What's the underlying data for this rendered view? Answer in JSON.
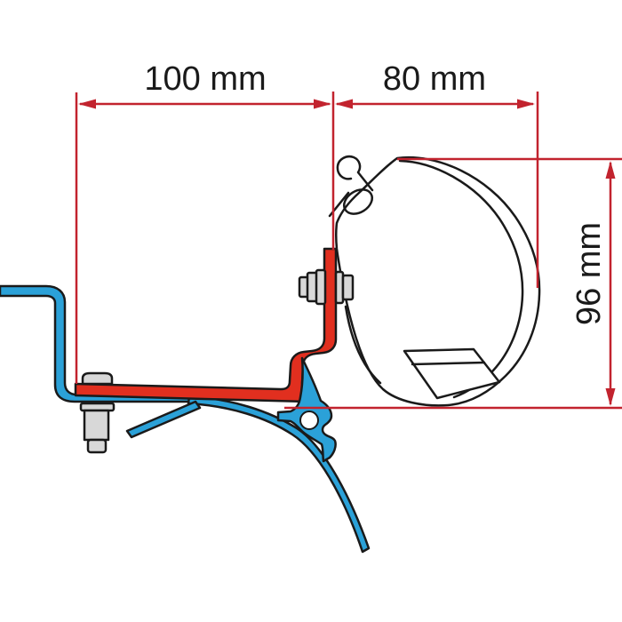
{
  "diagram": {
    "type": "technical-drawing",
    "subject": "Awning adapter bracket mounted on vehicle roof profile, side cross-section with dimensions",
    "labels": {
      "dim_width_left": "100 mm",
      "dim_width_right": "80 mm",
      "dim_height_right": "96 mm"
    },
    "values": {
      "width_left_mm": 100,
      "width_right_mm": 80,
      "height_right_mm": 96
    },
    "colors": {
      "dimension_red": "#c2232e",
      "bracket_red": "#e12f1f",
      "profile_blue": "#2ba1d8",
      "outline_black": "#1a1a1a",
      "hardware_gray": "#d8d8d8",
      "background": "#ffffff"
    }
  }
}
